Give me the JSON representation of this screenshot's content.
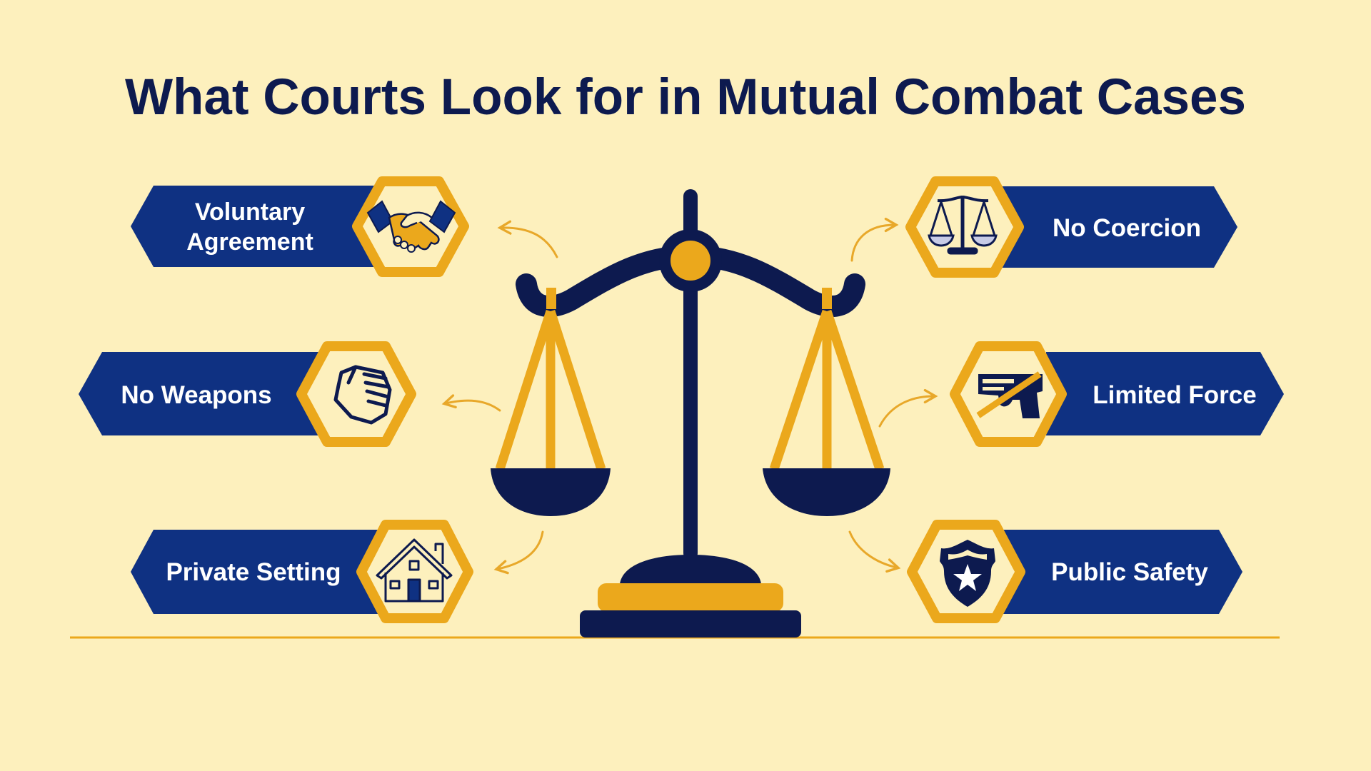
{
  "title": "What Courts Look for in Mutual Combat Cases",
  "colors": {
    "background": "#fdf0bd",
    "navy": "#0d1a4f",
    "banner_blue": "#0f3182",
    "gold": "#eba81c",
    "arrow": "#e8a82a"
  },
  "factors": {
    "left": [
      {
        "label_line1": "Voluntary",
        "label_line2": "Agreement",
        "icon": "handshake-icon"
      },
      {
        "label": "No Weapons",
        "icon": "hand-icon"
      },
      {
        "label": "Private Setting",
        "icon": "house-icon"
      }
    ],
    "right": [
      {
        "label": "No Coercion",
        "icon": "scales-icon"
      },
      {
        "label": "Limited Force",
        "icon": "crossed-out-gun-icon"
      },
      {
        "label": "Public Safety",
        "icon": "police-badge-icon"
      }
    ]
  },
  "center_graphic": "scales-of-justice"
}
